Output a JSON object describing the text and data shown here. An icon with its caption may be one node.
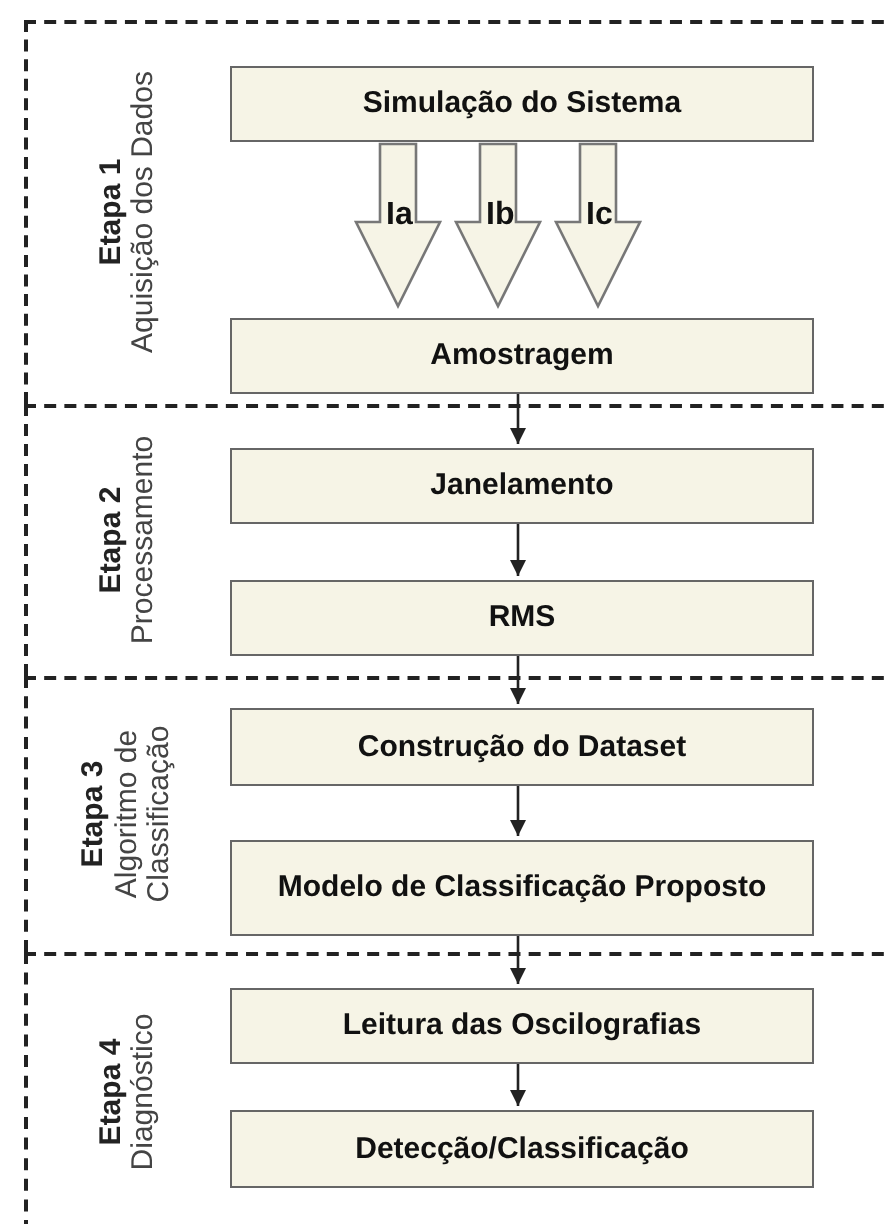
{
  "diagram": {
    "nodes": [
      {
        "text": [
          "Etapa 1",
          "Aquisição dos Dados"
        ]
      },
      {
        "text": [
          "Simulação do Sistema"
        ],
        "in": 0
      },
      {
        "text": [
          "Amostragem"
        ],
        "in": 0
      },
      {
        "text": [
          "Etapa 2",
          "Processamento"
        ]
      },
      {
        "text": [
          "Janelamento"
        ],
        "in": 3
      },
      {
        "text": [
          "RMS"
        ],
        "in": 3
      },
      {
        "text": [
          "Etapa 3",
          "Algoritmo de Classificação"
        ]
      },
      {
        "text": [
          "Construção do Dataset"
        ],
        "in": 6
      },
      {
        "text": [
          "Modelo de Classificação Proposto"
        ],
        "in": 6
      },
      {
        "text": [
          "Etapa 4",
          "Diagnóstico"
        ]
      },
      {
        "text": [
          "Leitura das Oscilografias"
        ],
        "in": 9
      },
      {
        "text": [
          "Detecção/Classificação"
        ],
        "in": 9
      }
    ],
    "edges": [
      {
        "from": 1,
        "to": 2,
        "arrow": "to",
        "label": "Ia",
        "style": "thick"
      },
      {
        "from": 1,
        "to": 2,
        "arrow": "to",
        "label": "Ib",
        "style": "thick"
      },
      {
        "from": 1,
        "to": 2,
        "arrow": "to",
        "label": "Ic",
        "style": "thick"
      },
      {
        "from": 2,
        "to": 4,
        "arrow": "to"
      },
      {
        "from": 4,
        "to": 5,
        "arrow": "to"
      },
      {
        "from": 5,
        "to": 7,
        "arrow": "to"
      },
      {
        "from": 7,
        "to": 8,
        "arrow": "to"
      },
      {
        "from": 8,
        "to": 10,
        "arrow": "to"
      },
      {
        "from": 10,
        "to": 11,
        "arrow": "to"
      }
    ]
  }
}
